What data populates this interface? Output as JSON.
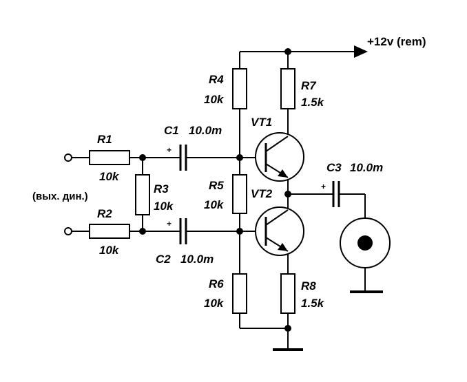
{
  "power": {
    "label": "+12v (rem)"
  },
  "input": {
    "label": "(вых. дин.)"
  },
  "components": {
    "R1": {
      "name": "R1",
      "value": "10k"
    },
    "R2": {
      "name": "R2",
      "value": "10k"
    },
    "R3": {
      "name": "R3",
      "value": "10k"
    },
    "R4": {
      "name": "R4",
      "value": "10k"
    },
    "R5": {
      "name": "R5",
      "value": "10k"
    },
    "R6": {
      "name": "R6",
      "value": "10k"
    },
    "R7": {
      "name": "R7",
      "value": "1.5k"
    },
    "R8": {
      "name": "R8",
      "value": "1.5k"
    },
    "C1": {
      "name": "C1",
      "value": "10.0m"
    },
    "C2": {
      "name": "C2",
      "value": "10.0m"
    },
    "C3": {
      "name": "C3",
      "value": "10.0m"
    },
    "VT1": {
      "name": "VT1"
    },
    "VT2": {
      "name": "VT2"
    }
  },
  "polarity": {
    "plus": "+"
  }
}
